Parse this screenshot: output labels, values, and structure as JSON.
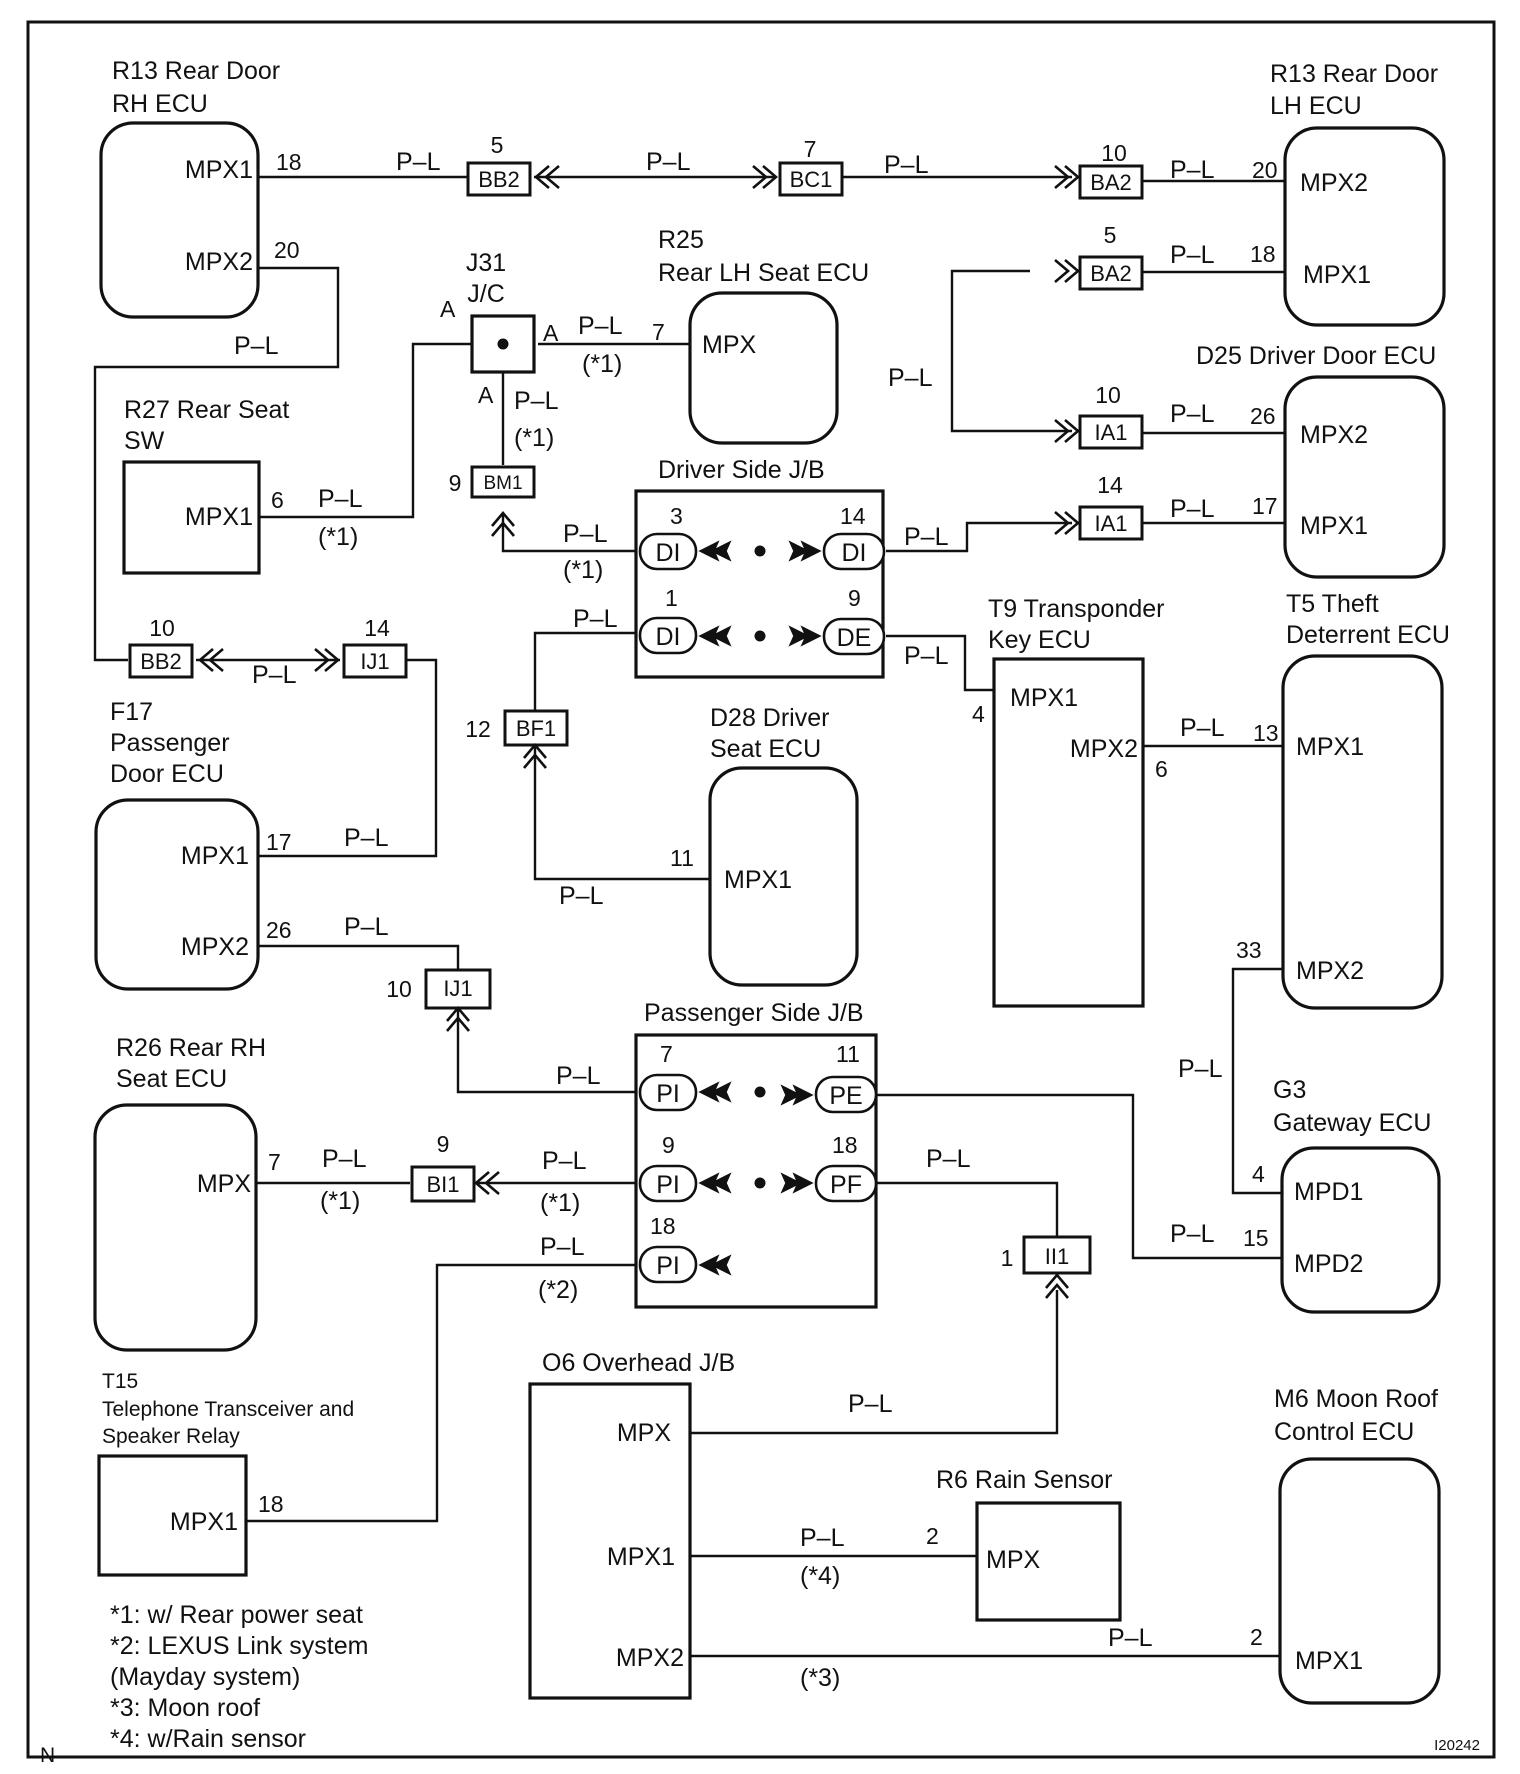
{
  "components": {
    "r13_rh": {
      "name": [
        "R13 Rear Door",
        "RH ECU"
      ],
      "mpx1": "MPX1",
      "mpx2": "MPX2",
      "pin1": "18",
      "pin2": "20"
    },
    "r13_lh": {
      "name": [
        "R13 Rear Door",
        "LH ECU"
      ],
      "mpx2": "MPX2",
      "mpx1": "MPX1",
      "pin2": "20",
      "pin1": "18"
    },
    "j31": {
      "name": [
        "J31",
        "J/C"
      ],
      "a": "A"
    },
    "r25": {
      "name": [
        "R25",
        "Rear LH Seat ECU"
      ],
      "port": "MPX",
      "pin": "7"
    },
    "d25": {
      "name": "D25 Driver Door ECU",
      "mpx2": "MPX2",
      "mpx1": "MPX1",
      "pin2": "26",
      "pin1": "17"
    },
    "r27": {
      "name": [
        "R27 Rear Seat",
        "SW"
      ],
      "port": "MPX1",
      "pin": "6"
    },
    "driver_jb": {
      "name": "Driver Side J/B",
      "pins": [
        "3",
        "14",
        "1",
        "9"
      ],
      "pills": [
        "DI",
        "DI",
        "DI",
        "DE"
      ]
    },
    "t9": {
      "name": [
        "T9 Transponder",
        "Key ECU"
      ],
      "mpx1": "MPX1",
      "mpx2": "MPX2",
      "pin1": "4",
      "pin2": "6"
    },
    "t5": {
      "name": [
        "T5 Theft",
        "Deterrent ECU"
      ],
      "mpx1": "MPX1",
      "mpx2": "MPX2",
      "pin1": "13",
      "pin2": "33"
    },
    "f17": {
      "name": [
        "F17",
        "Passenger",
        "Door ECU"
      ],
      "mpx1": "MPX1",
      "mpx2": "MPX2",
      "pin1": "17",
      "pin2": "26"
    },
    "d28": {
      "name": [
        "D28 Driver",
        "Seat ECU"
      ],
      "port": "MPX1",
      "pin": "11"
    },
    "r26": {
      "name": [
        "R26 Rear RH",
        "Seat ECU"
      ],
      "port": "MPX",
      "pin": "7"
    },
    "passenger_jb": {
      "name": "Passenger Side J/B",
      "pins": [
        "7",
        "11",
        "9",
        "18",
        "18"
      ],
      "pills": [
        "PI",
        "PE",
        "PI",
        "PF",
        "PI"
      ]
    },
    "g3": {
      "name": [
        "G3",
        "Gateway ECU"
      ],
      "mpd1": "MPD1",
      "mpd2": "MPD2",
      "pin1": "4",
      "pin2": "15"
    },
    "t15": {
      "name": [
        "T15",
        "Telephone Transceiver and",
        "Speaker Relay"
      ],
      "port": "MPX1",
      "pin": "18"
    },
    "o6": {
      "name": "O6 Overhead J/B",
      "mpx": "MPX",
      "mpx1": "MPX1",
      "mpx2": "MPX2"
    },
    "r6": {
      "name": "R6 Rain Sensor",
      "port": "MPX",
      "pin": "2"
    },
    "m6": {
      "name": [
        "M6 Moon Roof",
        "Control ECU"
      ],
      "port": "MPX1",
      "pin": "2"
    }
  },
  "connectors": {
    "bb2_top": {
      "label": "BB2",
      "pin": "5"
    },
    "bc1": {
      "label": "BC1",
      "pin": "7"
    },
    "ba2_top": {
      "label": "BA2",
      "pin": "10"
    },
    "ba2_mid": {
      "label": "BA2",
      "pin": "5"
    },
    "ia1_top": {
      "label": "IA1",
      "pin": "10"
    },
    "ia1_bot": {
      "label": "IA1",
      "pin": "14"
    },
    "bm1": {
      "label": "BM1",
      "pin": "9"
    },
    "bb2_left": {
      "label": "BB2",
      "pin": "10"
    },
    "ij1_top": {
      "label": "IJ1",
      "pin": "14"
    },
    "bf1": {
      "label": "BF1",
      "pin": "12"
    },
    "ij1_bot": {
      "label": "IJ1",
      "pin": "10"
    },
    "bi1": {
      "label": "BI1",
      "pin": "9"
    },
    "ii1": {
      "label": "II1",
      "pin": "1"
    }
  },
  "wire_color": "P–L",
  "wire_notes": {
    "n1": "(*1)",
    "n2": "(*2)",
    "n3": "(*3)",
    "n4": "(*4)"
  },
  "footnotes": [
    "*1: w/ Rear power seat",
    "*2: LEXUS Link system",
    "(Mayday system)",
    "*3: Moon roof",
    "*4: w/Rain sensor"
  ],
  "corner_mark": "N",
  "figure_id": "I20242"
}
